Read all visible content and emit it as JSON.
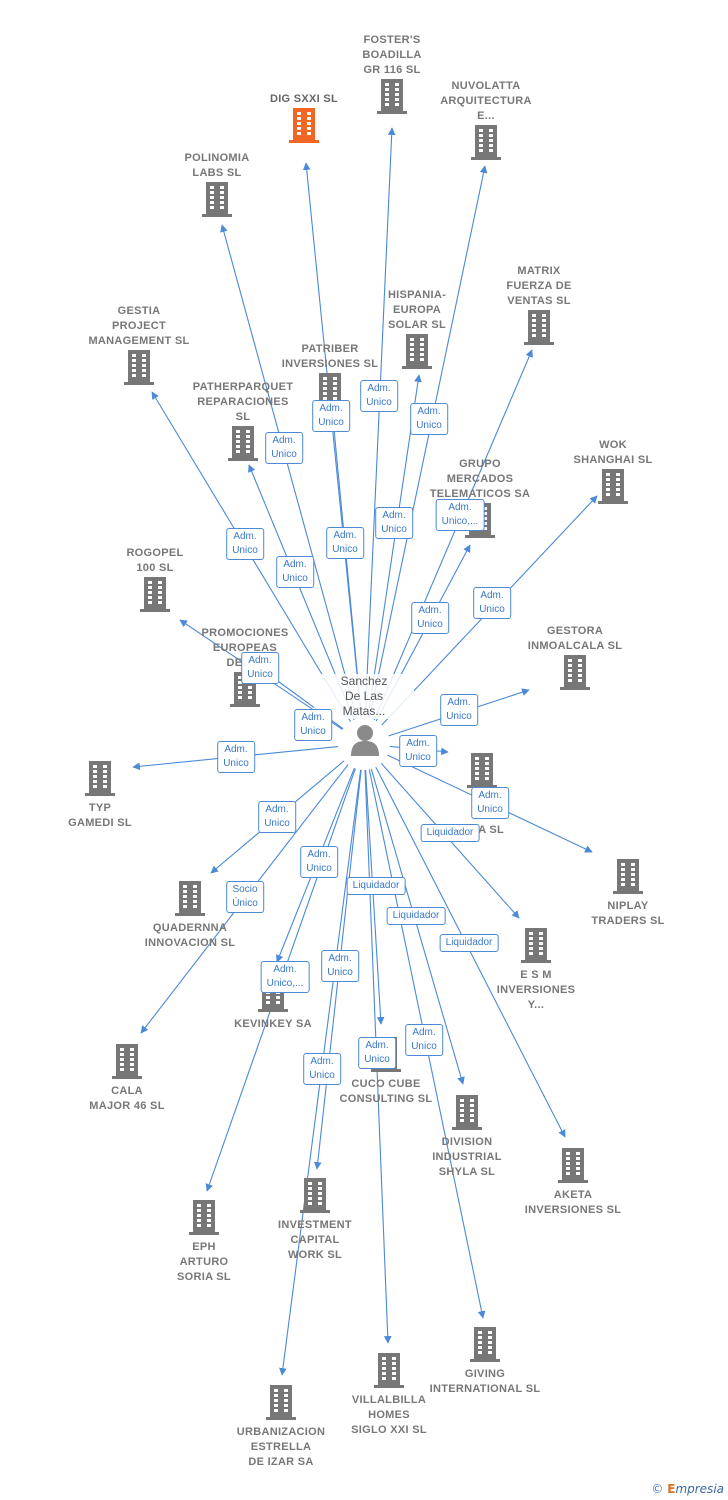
{
  "center": {
    "name": "Sanchez\nDe Las\nMatas..."
  },
  "colors": {
    "edge": "#4a8ad6",
    "building": "#777777",
    "highlight": "#f26522"
  },
  "nodes": [
    {
      "id": "fosters",
      "label": "FOSTER'S\nBOADILLA\nGR 116  SL"
    },
    {
      "id": "dig",
      "label": "DIG SXXI  SL",
      "highlight": true
    },
    {
      "id": "nuvolatta",
      "label": "NUVOLATTA\nARQUITECTURA\nE..."
    },
    {
      "id": "polinomia",
      "label": "POLINOMIA\nLABS  SL"
    },
    {
      "id": "matrix",
      "label": "MATRIX\nFUERZA DE\nVENTAS SL"
    },
    {
      "id": "hispania",
      "label": "HISPANIA-\nEUROPA\nSOLAR SL"
    },
    {
      "id": "gestia",
      "label": "GESTIA\nPROJECT\nMANAGEMENT SL"
    },
    {
      "id": "patriber",
      "label": "PATRIBER\nINVERSIONES SL"
    },
    {
      "id": "patherparquet",
      "label": "PATHERPARQUET\nREPARACIONES\nSL"
    },
    {
      "id": "wok",
      "label": "WOK\nSHANGHAI SL"
    },
    {
      "id": "grupo",
      "label": "GRUPO\nMERCADOS\nTELEMATICOS SA"
    },
    {
      "id": "rogopel",
      "label": "ROGOPEL\n100 SL"
    },
    {
      "id": "promociones",
      "label": "PROMOCIONES\nEUROPEAS\nDE S..."
    },
    {
      "id": "gestora",
      "label": "GESTORA\nINMOALCALA SL"
    },
    {
      "id": "typ",
      "label": "TYP\nGAMEDI  SL"
    },
    {
      "id": "el",
      "label": "EL\nD...\n...DA SL"
    },
    {
      "id": "niplay",
      "label": "NIPLAY\nTRADERS SL"
    },
    {
      "id": "quadernna",
      "label": "QUADERNNA\nINNOVACION SL"
    },
    {
      "id": "esm",
      "label": "E S M\nINVERSIONES\nY..."
    },
    {
      "id": "kevinkey",
      "label": "KEVINKEY SA"
    },
    {
      "id": "cala",
      "label": "CALA\nMAJOR 46  SL"
    },
    {
      "id": "cuco",
      "label": "CUCO CUBE\nCONSULTING SL"
    },
    {
      "id": "division",
      "label": "DIVISION\nINDUSTRIAL\nSHYLA  SL"
    },
    {
      "id": "akela",
      "label": "AKETA\nINVERSIONES SL"
    },
    {
      "id": "eph",
      "label": "EPH\nARTURO\nSORIA  SL"
    },
    {
      "id": "investment",
      "label": "INVESTMENT\nCAPITAL\nWORK SL"
    },
    {
      "id": "giving",
      "label": "GIVING\nINTERNATIONAL SL"
    },
    {
      "id": "villalbilla",
      "label": "VILLALBILLA\nHOMES\nSIGLO XXI  SL"
    },
    {
      "id": "urbanizacion",
      "label": "URBANIZACION\nESTRELLA\nDE IZAR SA"
    }
  ],
  "edge_labels": [
    {
      "id": "l1",
      "text": "Adm.\nUnico"
    },
    {
      "id": "l2",
      "text": "Adm.\nUnico"
    },
    {
      "id": "l3",
      "text": "Adm.\nUnico"
    },
    {
      "id": "l4",
      "text": "Adm.\nUnico"
    },
    {
      "id": "l5",
      "text": "Adm.\nUnico"
    },
    {
      "id": "l6",
      "text": "Adm.\nUnico"
    },
    {
      "id": "l7",
      "text": "Adm.\nUnico"
    },
    {
      "id": "l8",
      "text": "Adm.\nUnico,..."
    },
    {
      "id": "l9",
      "text": "Adm.\nUnico"
    },
    {
      "id": "l10",
      "text": "Adm.\nUnico"
    },
    {
      "id": "l11",
      "text": "Adm.\nUnico"
    },
    {
      "id": "l12",
      "text": "Adm.\nUnico"
    },
    {
      "id": "l13",
      "text": "Adm.\nUnico"
    },
    {
      "id": "l14",
      "text": "Adm.\nUnico"
    },
    {
      "id": "l15",
      "text": "Adm.\nUnico"
    },
    {
      "id": "l16",
      "text": "Adm.\nUnico"
    },
    {
      "id": "l17",
      "text": "Adm.\nUnico"
    },
    {
      "id": "l18",
      "text": "Liquidador"
    },
    {
      "id": "l19",
      "text": "Adm.\nUnico"
    },
    {
      "id": "l20",
      "text": "Adm.\nUnico"
    },
    {
      "id": "l21",
      "text": "Liquidador"
    },
    {
      "id": "l22",
      "text": "Socio\nÚnico"
    },
    {
      "id": "l23",
      "text": "Liquidador"
    },
    {
      "id": "l24",
      "text": "Liquidador"
    },
    {
      "id": "l25",
      "text": "Adm.\nUnico,..."
    },
    {
      "id": "l26",
      "text": "Adm.\nUnico"
    },
    {
      "id": "l27",
      "text": "Adm.\nUnico"
    },
    {
      "id": "l28",
      "text": "Adm.\nUnico"
    },
    {
      "id": "l29",
      "text": "Adm.\nUnico"
    }
  ],
  "footer": {
    "copyright": "©",
    "brand_initial": "E",
    "brand_rest": "mpresia"
  }
}
